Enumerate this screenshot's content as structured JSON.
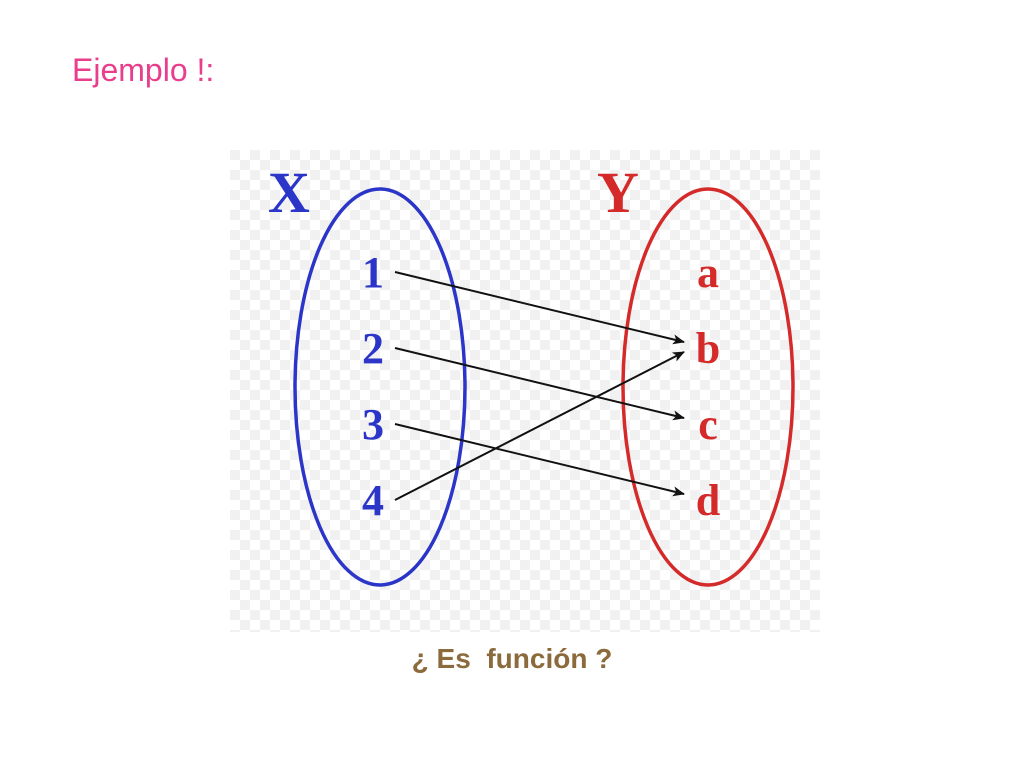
{
  "title": "Ejemplo !:",
  "question": "¿ Es  función ?",
  "diagram": {
    "domain_label": "X",
    "codomain_label": "Y",
    "domain_elements": [
      "1",
      "2",
      "3",
      "4"
    ],
    "codomain_elements": [
      "a",
      "b",
      "c",
      "d"
    ],
    "mappings": [
      {
        "from": "1",
        "to": "b"
      },
      {
        "from": "2",
        "to": "c"
      },
      {
        "from": "3",
        "to": "d"
      },
      {
        "from": "4",
        "to": "b"
      }
    ],
    "colors": {
      "domain": "#2b35c8",
      "codomain": "#d42a2a",
      "arrows": "#111111",
      "title": "#e83e8c",
      "question": "#8b6a3c"
    }
  }
}
